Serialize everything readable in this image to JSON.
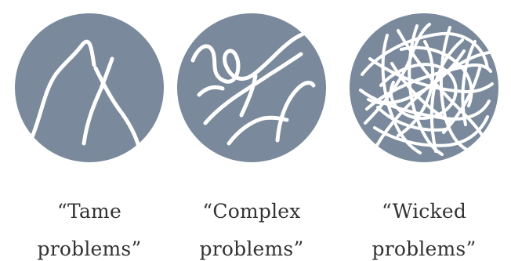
{
  "colors": {
    "disc_fill": "#7a8a9c",
    "strand": "#ffffff",
    "caption_text": "#333333"
  },
  "panels": [
    {
      "line1": "“Tame",
      "line2": "problems”",
      "icon": "tame-problem-strands-icon"
    },
    {
      "line1": "“Complex",
      "line2": "problems”",
      "icon": "complex-problem-strands-icon"
    },
    {
      "line1": "“Wicked",
      "line2": "problems”",
      "icon": "wicked-problem-tangle-icon"
    }
  ]
}
